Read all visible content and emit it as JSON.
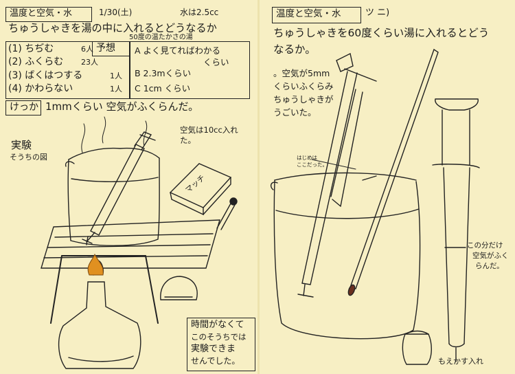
{
  "left": {
    "title": "温度と空気・水",
    "date": "1/30(土)",
    "water_note": "水は2.5cc",
    "question": "ちゅうしゃきを湯の中に入れるとどうなるか",
    "condition": "50度の温たかさの湯",
    "options": [
      {
        "text": "(1) ちぢむ",
        "count": "6人"
      },
      {
        "text": "(2) ふくらむ",
        "count": "23人"
      },
      {
        "text": "(3) ばくはつする",
        "count": "1人"
      },
      {
        "text": "(4) かわらない",
        "count": "1人"
      }
    ],
    "prediction_label": "予想",
    "predictions": [
      "A よく見てればわかる",
      "くらい",
      "B 2.3mくらい",
      "C 1cm くらい"
    ],
    "result_label": "けっか",
    "result_text": "1mmくらい 空気がふくらんだ。",
    "result_note": "空気は10cc入れた。",
    "apparatus_label": [
      "実験",
      "そうちの図"
    ],
    "match_label": "マッチ",
    "footnote": [
      "時間がなくて",
      "このそうちでは",
      "実験できま",
      "せんでした。"
    ]
  },
  "right": {
    "title": "温度と空気・水",
    "page_mark": "ツ ニ)",
    "question": [
      "ちゅうしゃきを60度くらい湯に入れるとどう",
      "なるか。"
    ],
    "observation": [
      "。空気が5mm",
      "くらいふくらみ",
      "ちゅうしゃきが",
      "うごいた。"
    ],
    "start_label": [
      "はじめは",
      "ここだった。"
    ],
    "expand_label": [
      "この分だけ",
      "空気がふく",
      "らんだ。"
    ],
    "cup_label": "もえかす入れ"
  }
}
